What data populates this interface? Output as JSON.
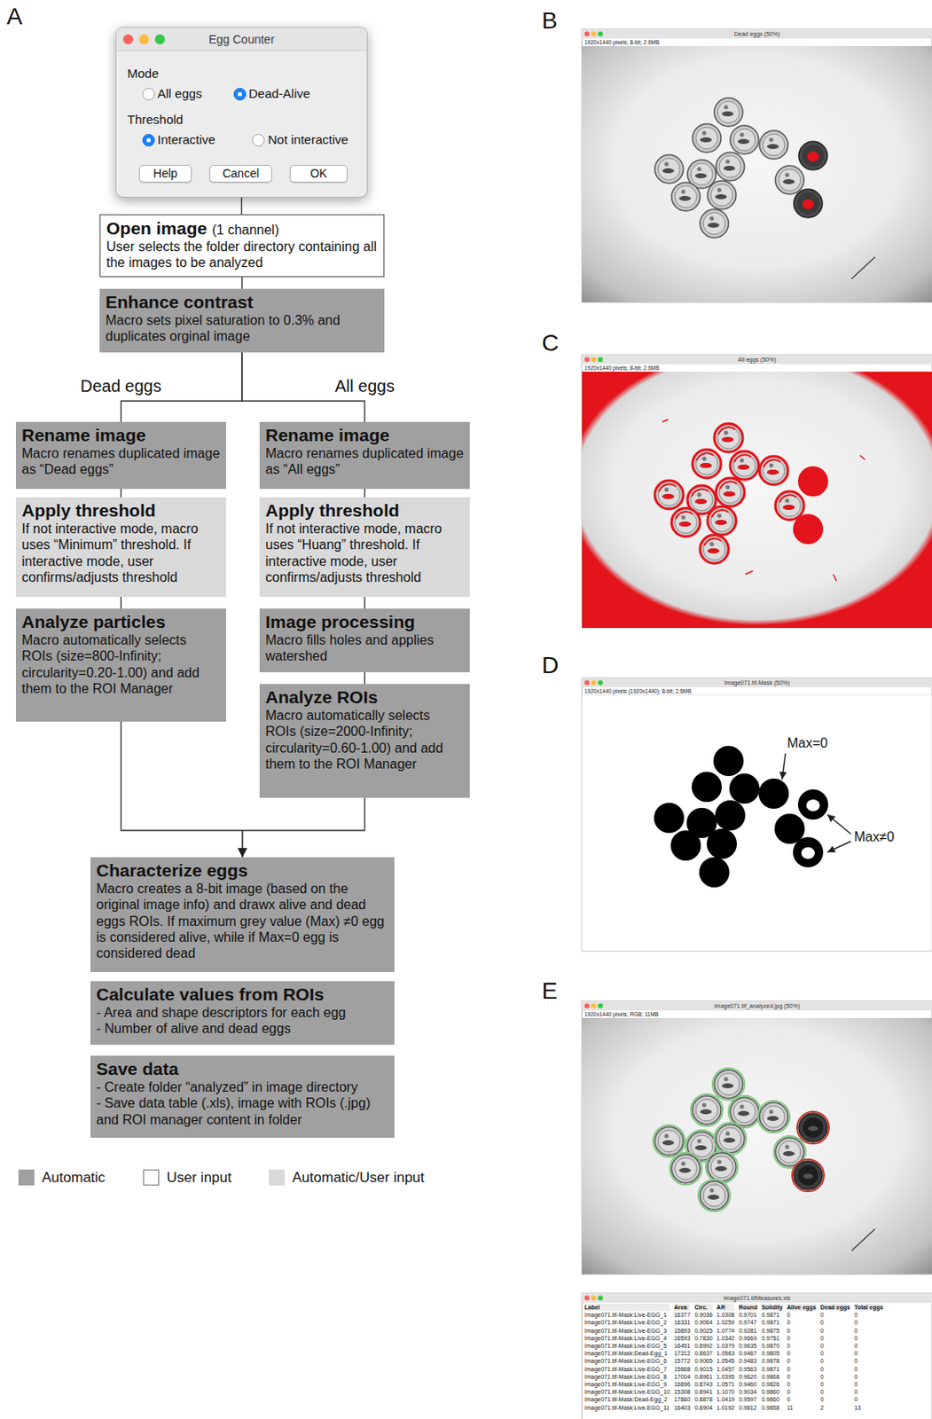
{
  "diagram": {
    "nodes": [
      {
        "text": [
          "Egg Counter",
          "Mode",
          "All eggs",
          "Dead-Alive",
          "Threshold",
          "Interactive",
          "Not interactive"
        ]
      },
      {
        "text": [
          "Help"
        ],
        "in": 0
      },
      {
        "text": [
          "Cancel"
        ],
        "in": 0
      },
      {
        "text": [
          "OK"
        ],
        "in": 0
      },
      {
        "text": [
          "Open image",
          "(1 channel)",
          "User selects the folder directory containing all the images to be analyzed"
        ]
      },
      {
        "text": [
          "Enhance contrast",
          "Macro sets pixel saturation to 0.3% and duplicates orginal image"
        ]
      },
      {
        "text": [
          "Rename image",
          "Macro renames duplicated image as “Dead eggs”"
        ]
      },
      {
        "text": [
          "Apply threshold",
          "If not interactive mode, macro uses “Minimum” threshold. If interactive mode, user confirms/adjusts threshold"
        ]
      },
      {
        "text": [
          "Analyze particles",
          "Macro automatically selects ROIs (size=800-Infinity; circularity=0.20-1.00) and add them to the ROI Manager"
        ]
      },
      {
        "text": [
          "Rename image",
          "Macro renames duplicated image as “All eggs”"
        ]
      },
      {
        "text": [
          "Apply threshold",
          "If not interactive mode, macro uses “Huang” threshold. If interactive mode, user confirms/adjusts threshold"
        ]
      },
      {
        "text": [
          "Image processing",
          "Macro fills holes and applies watershed"
        ]
      },
      {
        "text": [
          "Analyze ROIs",
          "Macro automatically selects ROIs (size=2000-Infinity; circularity=0.60-1.00) and add them to the ROI Manager"
        ]
      },
      {
        "text": [
          "Characterize eggs",
          "Macro creates a 8-bit image (based on the original image info) and drawx alive and dead eggs ROIs. If maximum grey value (Max) ≠0 egg is considered alive, while if Max=0 egg is considered dead"
        ]
      },
      {
        "text": [
          "Calculate values from ROIs",
          "- Area and shape descriptors for each egg",
          "- Number of alive and dead eggs"
        ]
      },
      {
        "text": [
          "Save data",
          "- Create folder “analyzed” in image directory",
          "- Save data table (.xls), image with ROIs (.jpg) and ROI manager content in folder"
        ]
      }
    ],
    "edges": [
      {
        "from": 0,
        "to": 4,
        "arrow": "none"
      },
      {
        "from": 4,
        "to": 5,
        "arrow": "none"
      },
      {
        "from": 5,
        "to": 6,
        "label": "Dead eggs",
        "arrow": "none"
      },
      {
        "from": 5,
        "to": 9,
        "label": "All eggs",
        "arrow": "none"
      },
      {
        "from": 6,
        "to": 7,
        "arrow": "none"
      },
      {
        "from": 7,
        "to": 8,
        "arrow": "none"
      },
      {
        "from": 9,
        "to": 10,
        "arrow": "none"
      },
      {
        "from": 10,
        "to": 11,
        "arrow": "none"
      },
      {
        "from": 11,
        "to": 12,
        "arrow": "none"
      },
      {
        "from": 8,
        "to": 13,
        "arrow": "to"
      },
      {
        "from": 12,
        "to": 13,
        "arrow": "to"
      }
    ],
    "labels": [
      "A",
      "B",
      "Dead eggs (50%)",
      "1920x1440 pixels; 8-bit; 2.6MB",
      "C",
      "All eggs (50%)",
      "1920x1440 pixels; 8-bit; 2.6MB",
      "D",
      "Image071.tif-Mask (50%)",
      "1920x1440 pixels (1920x1440); 8-bit; 2.6MB",
      "Max=0",
      "Max≠0",
      "E",
      "image071.tif_analyzed.jpg (50%)",
      "1920x1440 pixels; RGB; 11MB",
      "image071.tifMeasures.xls",
      "Label",
      "Area",
      "Circ.",
      "AR",
      "Round",
      "Solidity",
      "Alive eggs",
      "Dead eggs",
      "Total eggs",
      "Image071.tif-Mask:Live-EGG_1",
      "16377",
      "0.9036",
      "1.0308",
      "0.9701",
      "0.9871",
      "0",
      "0",
      "0",
      "Image071.tif-Mask:Live-EGG_2",
      "16331",
      "0.9064",
      "1.0259",
      "0.9747",
      "0.9871",
      "0",
      "0",
      "0",
      "Image071.tif-Mask:Live-EGG_3",
      "15893",
      "0.9025",
      "1.0774",
      "0.9281",
      "0.9875",
      "0",
      "0",
      "0",
      "Image071.tif-Mask:Live-EGG_4",
      "16593",
      "0.7830",
      "1.0342",
      "0.9669",
      "0.9751",
      "0",
      "0",
      "0",
      "Image071.tif-Mask:Live-EGG_5",
      "16451",
      "0.8992",
      "1.0379",
      "0.9635",
      "0.9870",
      "0",
      "0",
      "0",
      "Image071.tif-Mask:Dead-Egg_1",
      "17312",
      "0.8637",
      "1.0563",
      "0.9467",
      "0.9805",
      "0",
      "0",
      "0",
      "Image071.tif-Mask:Live-EGG_6",
      "15772",
      "0.9065",
      "1.0545",
      "0.9483",
      "0.9878",
      "0",
      "0",
      "0",
      "Image071.tif-Mask:Live-EGG_7",
      "15868",
      "0.9015",
      "1.0457",
      "0.9563",
      "0.9871",
      "0",
      "0",
      "0",
      "Image071.tif-Mask:Live-EGG_8",
      "17004",
      "0.8961",
      "1.0395",
      "0.9620",
      "0.9868",
      "0",
      "0",
      "0",
      "Image071.tif-Mask:Live-EGG_9",
      "16896",
      "0.8743",
      "1.0571",
      "0.9460",
      "0.9826",
      "0",
      "0",
      "0",
      "Image071.tif-Mask:Live-EGG_10",
      "15308",
      "0.8941",
      "1.1070",
      "0.9034",
      "0.9860",
      "0",
      "0",
      "0",
      "Image071.tif-Mask:Dead-Egg_2",
      "17860",
      "0.8878",
      "1.0419",
      "0.9597",
      "0.9860",
      "0",
      "0",
      "0",
      "Image071.tif-Mask:Live-EGG_11",
      "16403",
      "0.8904",
      "1.0192",
      "0.9812",
      "0.9858",
      "11",
      "2",
      "13"
    ],
    "legend": [
      {
        "text": "Automatic",
        "color": "#a0a0a0"
      },
      {
        "text": "User input",
        "color": "#ffffff"
      },
      {
        "text": "Automatic/User input",
        "color": "#d9d9d9"
      }
    ]
  }
}
